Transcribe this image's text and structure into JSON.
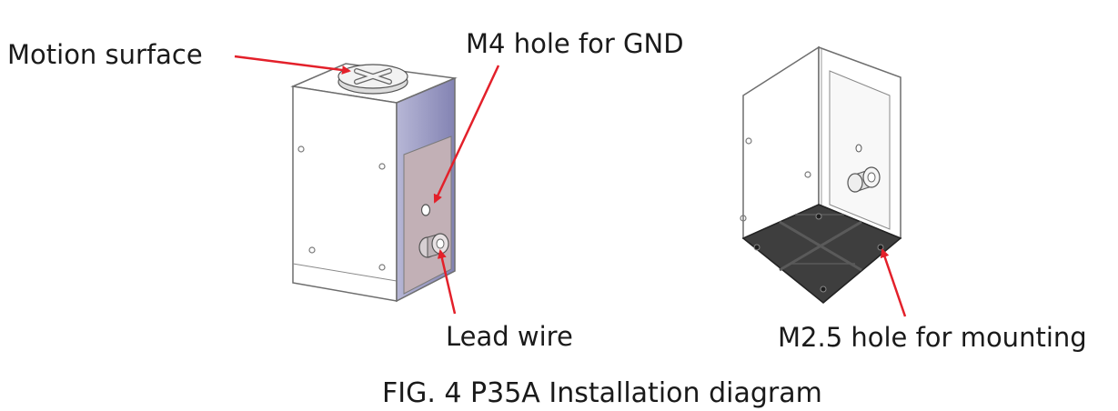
{
  "figure": {
    "caption": "FIG. 4  P35A Installation diagram",
    "callouts": {
      "motion_surface": "Motion surface",
      "m4_hole": "M4 hole for GND",
      "lead_wire": "Lead wire",
      "m25_hole": "M2.5 hole for mounting"
    },
    "colors": {
      "arrow": "#e3202a",
      "outline": "#6e6e6e",
      "side_panel": "#8a8ab8",
      "plate": "#b9a8b0",
      "base": "#3e3e3e"
    }
  }
}
